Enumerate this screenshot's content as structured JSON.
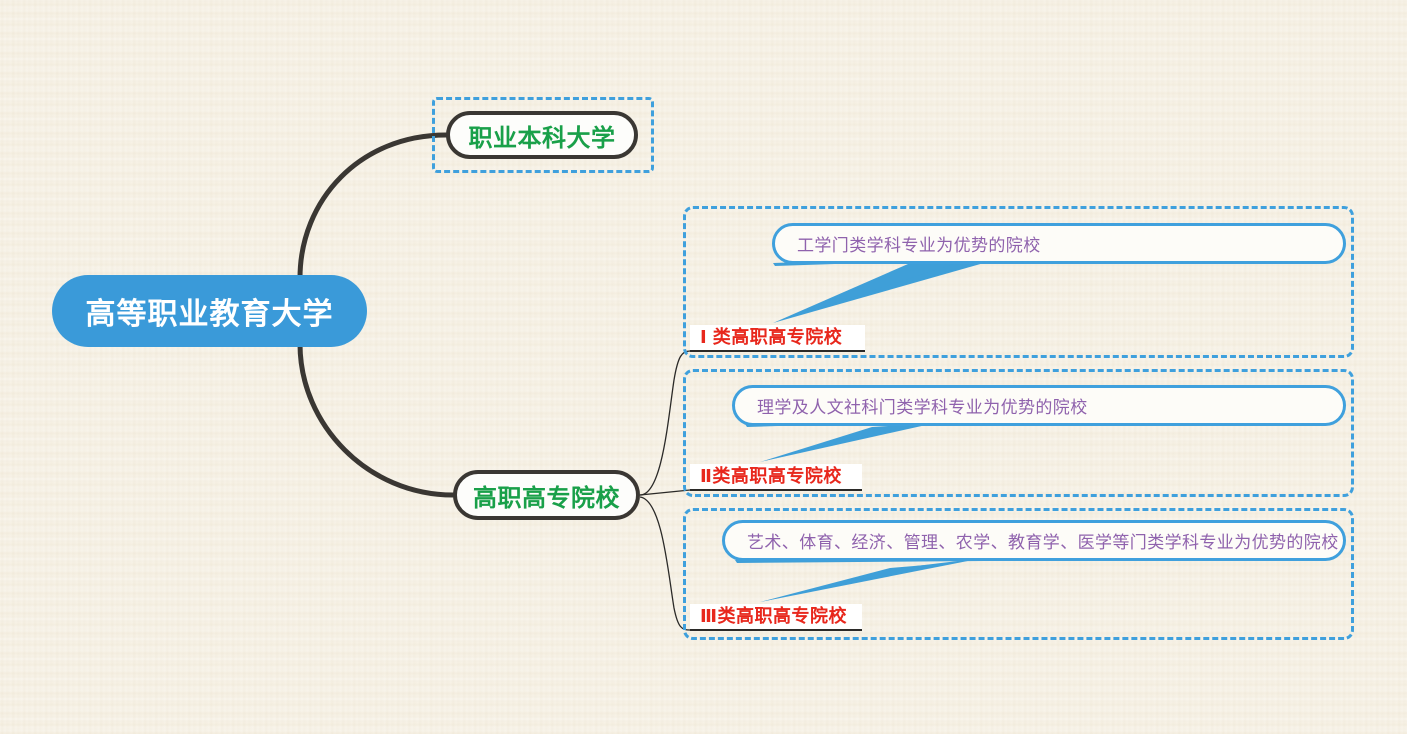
{
  "diagram": {
    "title_node": "高等职业教育大学",
    "branches": [
      {
        "label": "职业本科大学"
      },
      {
        "label": "高职高专院校"
      }
    ],
    "groups": [
      {
        "category": "Ⅰ 类高职高专院校",
        "description": "工学门类学科专业为优势的院校"
      },
      {
        "category": "Ⅱ类高职高专院校",
        "description": "理学及人文社科门类学科专业为优势的院校"
      },
      {
        "category": "Ⅲ类高职高专院校",
        "description": "艺术、体育、经济、管理、农学、教育学、医学等门类学科专业为优势的院校"
      }
    ],
    "colors": {
      "root_fill": "#3a9ad9",
      "root_text": "#ffffff",
      "branch_text": "#19a049",
      "branch_border": "#3a3733",
      "dashed_border": "#3fa0dd",
      "description_text": "#8f62ad",
      "description_border": "#3fa0dd",
      "category_text": "#e8271c",
      "category_rule": "#2b2a28",
      "connector": "#3a3733",
      "pointer": "#3f9fd8",
      "background": "#f8f3e7"
    }
  }
}
